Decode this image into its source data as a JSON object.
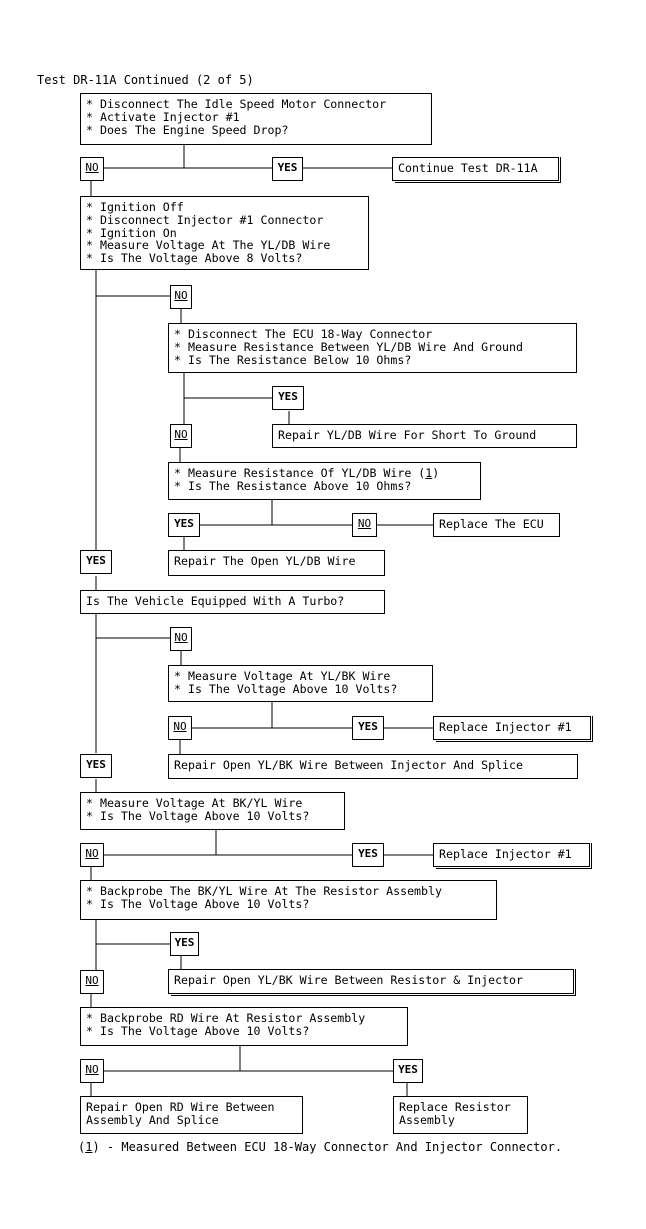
{
  "title": "Test DR-11A Continued (2 of 5)",
  "labels": {
    "no": "NO",
    "yes": "YES"
  },
  "boxes": {
    "b1": "* Disconnect The Idle Speed Motor Connector\n* Activate Injector #1\n* Does The Engine Speed Drop?",
    "continue": "Continue Test DR-11A",
    "b2": "* Ignition Off\n* Disconnect Injector #1 Connector\n* Ignition On\n* Measure Voltage At The YL/DB Wire\n* Is The Voltage Above 8 Volts?",
    "b3": "* Disconnect The ECU 18-Way Connector\n* Measure Resistance Between YL/DB Wire And Ground\n* Is The Resistance Below 10 Ohms?",
    "repair_short": "Repair YL/DB Wire For Short To Ground",
    "b4_pre": "* Measure Resistance Of YL/DB Wire (",
    "ref_num": "1",
    "b4_post": ")\n* Is The Resistance Above 10 Ohms?",
    "replace_ecu": "Replace The ECU",
    "repair_open_yldb": "Repair The Open YL/DB Wire",
    "turbo": "Is The Vehicle Equipped With A Turbo?",
    "b5": "* Measure Voltage At YL/BK Wire\n* Is The Voltage Above 10 Volts?",
    "replace_inj1": "Replace Injector #1",
    "repair_ylbk_splice": "Repair Open YL/BK Wire Between Injector And Splice",
    "b6": "* Measure Voltage At BK/YL Wire\n* Is The Voltage Above 10 Volts?",
    "replace_inj2": "Replace Injector #1",
    "b7": "* Backprobe The BK/YL Wire At The Resistor Assembly\n* Is The Voltage Above 10 Volts?",
    "repair_ylbk_resistor": "Repair Open YL/BK Wire Between Resistor & Injector",
    "b8": "* Backprobe RD Wire At Resistor Assembly\n* Is The Voltage Above 10 Volts?",
    "repair_rd": "Repair Open RD Wire Between\nAssembly And Splice",
    "replace_resistor": "Replace Resistor\nAssembly"
  },
  "footnote": {
    "ref": "1",
    "text": " - Measured Between ECU 18-Way Connector And Injector Connector."
  }
}
